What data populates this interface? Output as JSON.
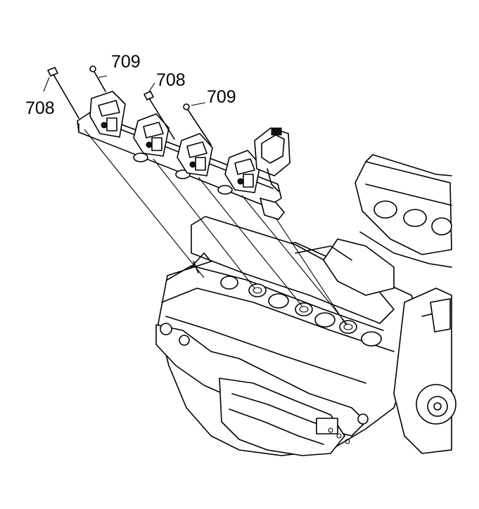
{
  "callouts": {
    "bolt_left": "708",
    "stud_top_left": "709",
    "bolt_center": "708",
    "stud_right": "709"
  },
  "colors": {
    "line": "#000000",
    "background": "#ffffff"
  }
}
